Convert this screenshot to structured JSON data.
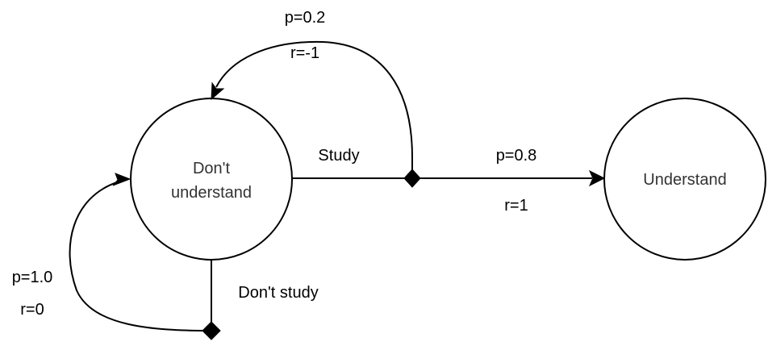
{
  "states": {
    "dont_understand": {
      "label_line1": "Don't",
      "label_line2": "understand"
    },
    "understand": {
      "label": "Understand"
    }
  },
  "actions": {
    "study": {
      "label": "Study"
    },
    "dont_study": {
      "label": "Don't study"
    }
  },
  "transitions": {
    "study_to_understand": {
      "p": "p=0.8",
      "r": "r=1"
    },
    "study_to_dont_understand": {
      "p": "p=0.2",
      "r": "r=-1"
    },
    "dont_study_to_dont_understand": {
      "p": "p=1.0",
      "r": "r=0"
    }
  },
  "colors": {
    "stroke": "#000000",
    "state_text": "#333333",
    "background": "#ffffff"
  }
}
